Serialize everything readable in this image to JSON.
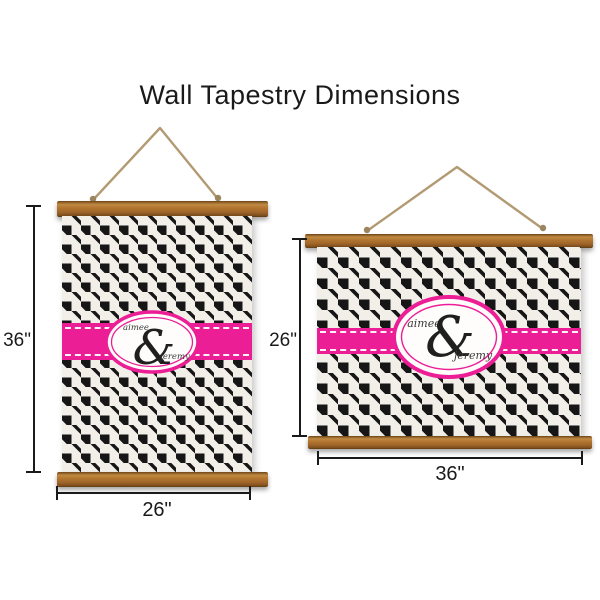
{
  "title": "Wall Tapestry Dimensions",
  "tapestries": [
    {
      "orientation": "portrait",
      "height_label": "36\"",
      "width_label": "26\"",
      "monogram": {
        "name_top": "aimee",
        "ampersand": "&",
        "name_bottom": "jeremy"
      }
    },
    {
      "orientation": "landscape",
      "height_label": "26\"",
      "width_label": "36\"",
      "monogram": {
        "name_top": "aimee",
        "ampersand": "&",
        "name_bottom": "jeremy"
      }
    }
  ],
  "colors": {
    "accent_pink": "#EC1E96",
    "pattern_black": "#161616",
    "pattern_white": "#F2EFE9",
    "wood_brown": "#A86A2B",
    "rope_tan": "#B29A73",
    "dimension_black": "#1A1A1A",
    "background": "#FFFFFF"
  }
}
